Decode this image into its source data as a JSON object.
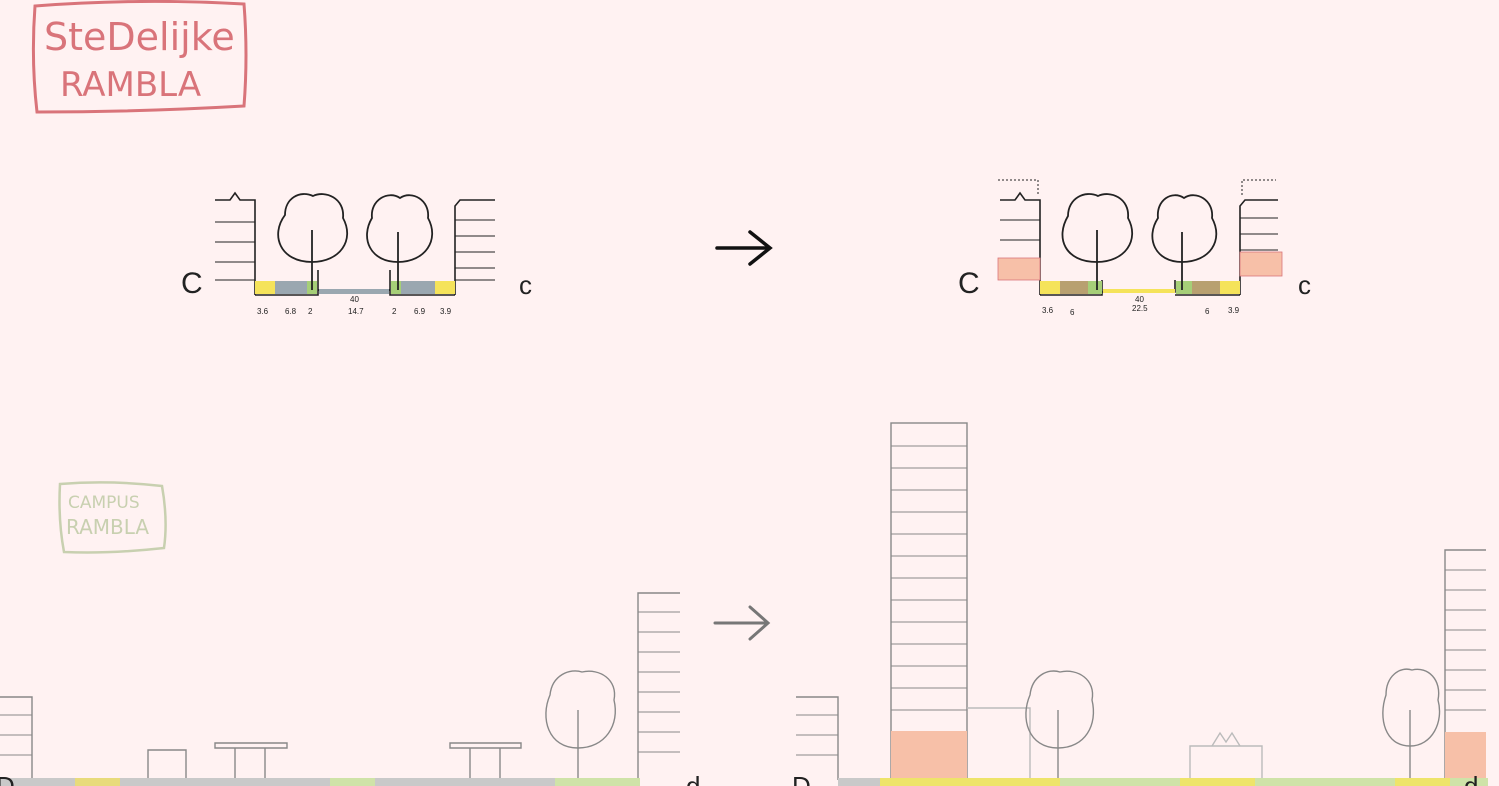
{
  "titles": {
    "stedelijke_line1": "SteDelijke",
    "stedelijke_line2": "RAMBLA",
    "campus_line1": "CAMPUS",
    "campus_line2": "RAMBLA"
  },
  "section_c": {
    "left_label": "C",
    "right_label": "c",
    "before": {
      "total": "40",
      "widths": [
        "3.6",
        "6.8",
        "2",
        "14.7",
        "2",
        "6.9",
        "3.9"
      ]
    },
    "after": {
      "total": "40",
      "widths": [
        "3.6",
        "6",
        "22.5",
        "6",
        "3.9"
      ]
    }
  },
  "section_d": {
    "left_label": "D",
    "right_label": "d"
  },
  "colors": {
    "background": "#fff2f2",
    "title_stroke": "#d9747a",
    "campus_stroke": "#c8d0b0",
    "yellow": "#f5e35a",
    "green": "#a6cf78",
    "grey": "#9aa7b0",
    "brown": "#b8a070",
    "orange": "#f7c0a8"
  },
  "icons": [
    "arrow-right-icon",
    "tree-icon",
    "building-icon"
  ]
}
